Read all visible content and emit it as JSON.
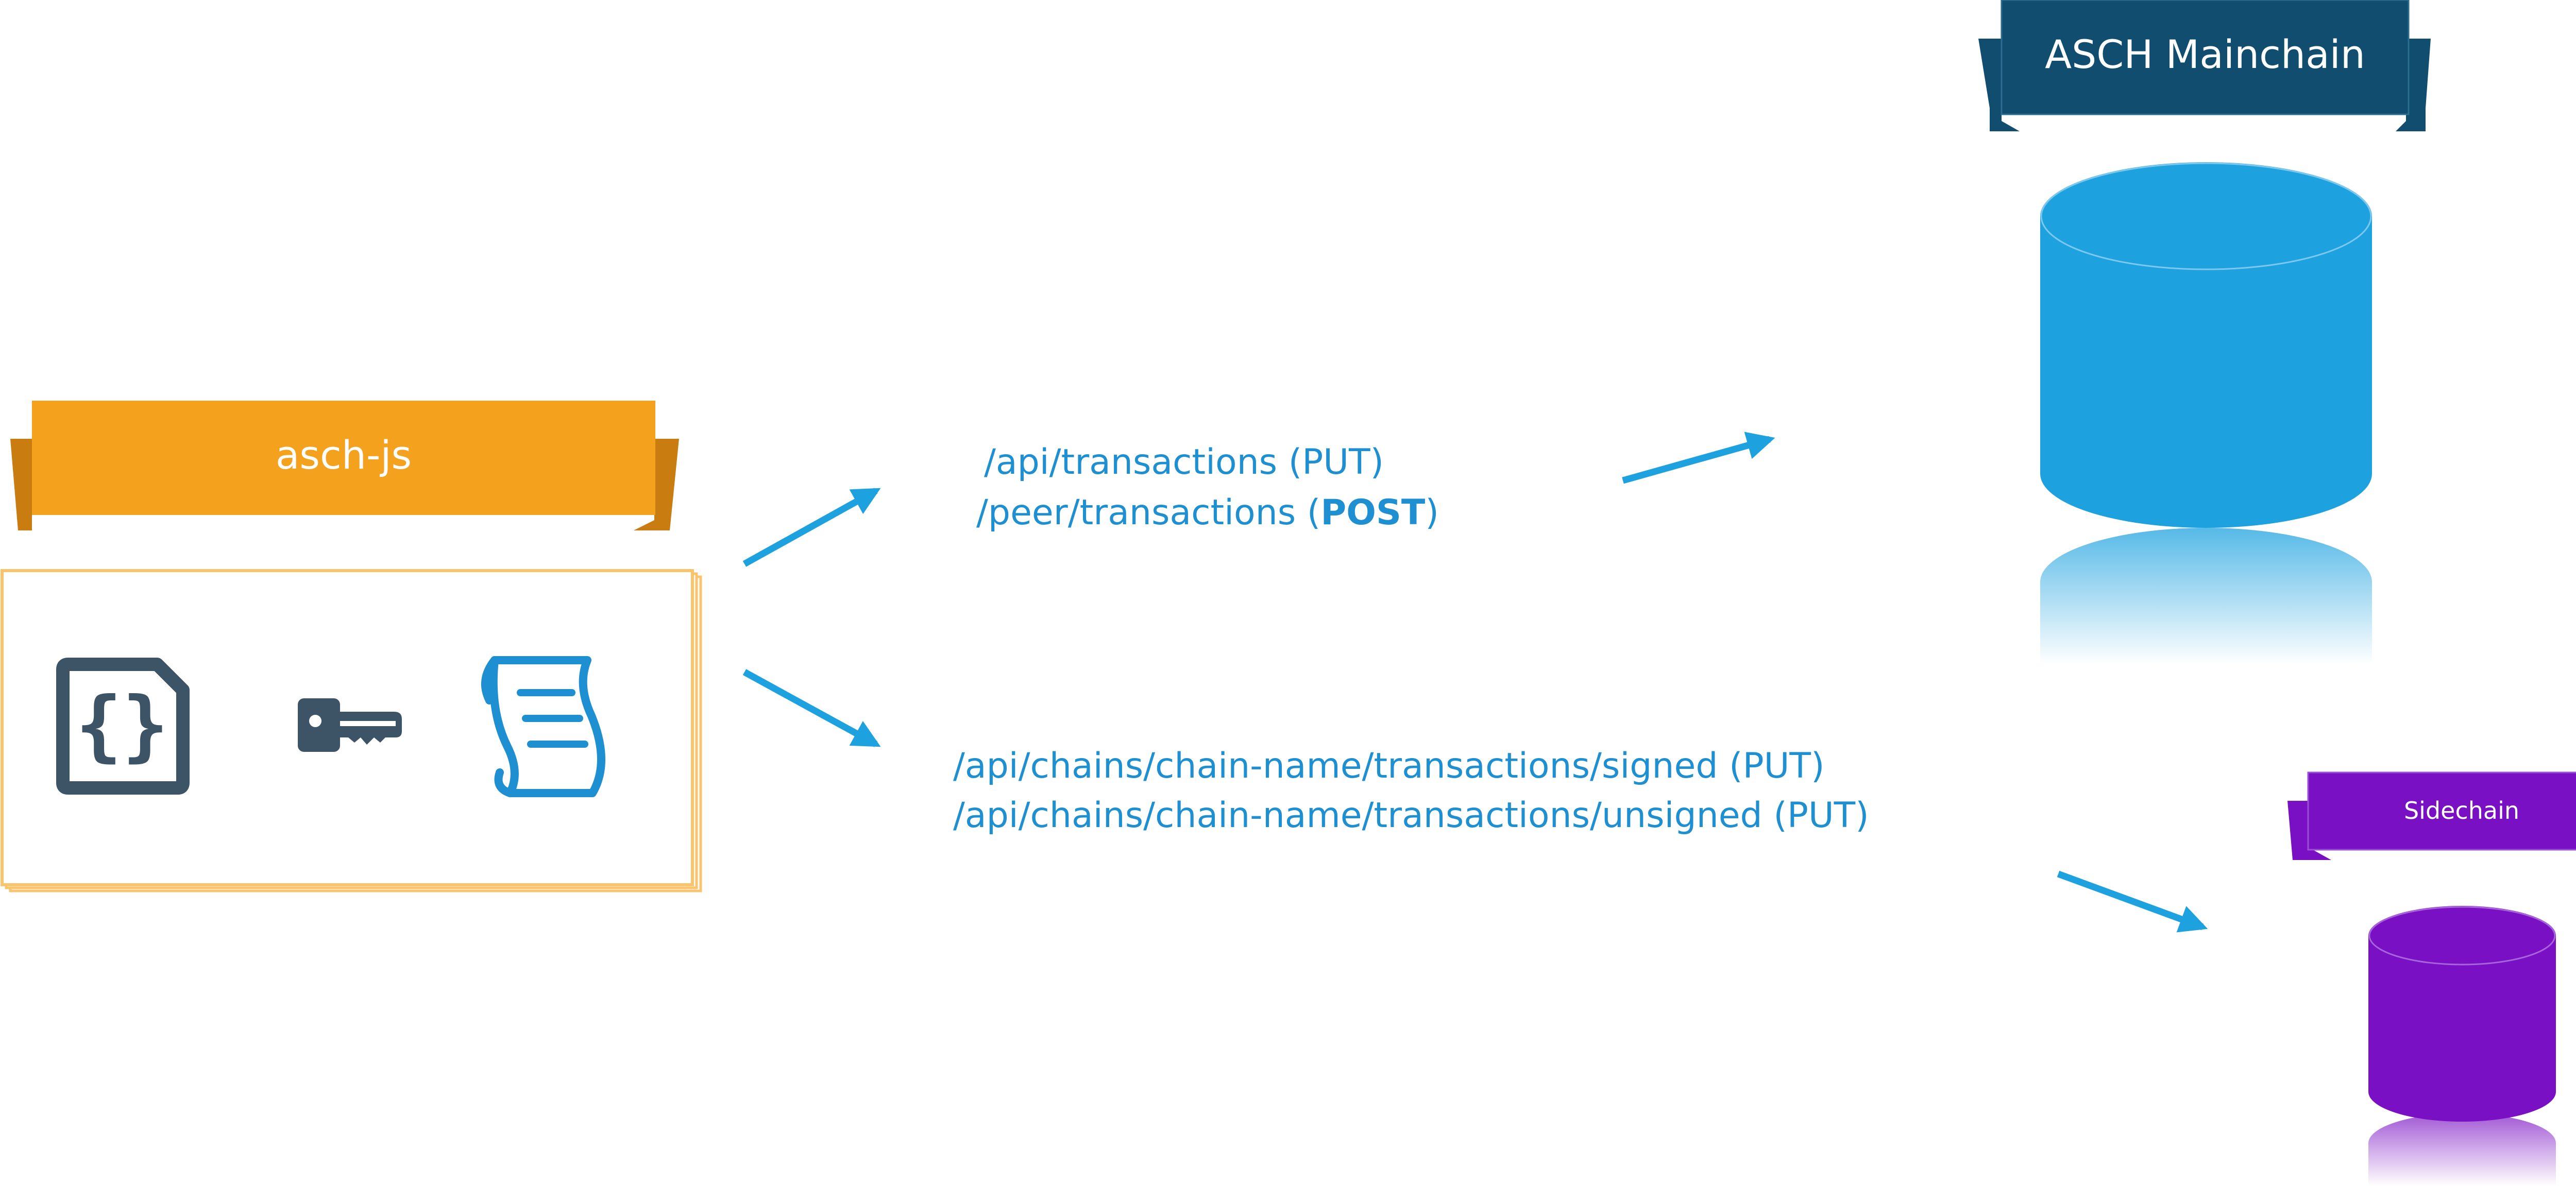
{
  "colors": {
    "orange": "#F4A21E",
    "orange_dark": "#C97C10",
    "orange_border": "#F9C46C",
    "blue": "#1EA2DF",
    "navy": "#114D6E",
    "purple": "#7A10C3",
    "slate": "#3C5466",
    "white": "#FFFFFF"
  },
  "client": {
    "banner_label": "asch-js",
    "icons": [
      "json-file-icon",
      "key-icon",
      "scroll-document-icon"
    ]
  },
  "mainchain": {
    "banner_label": "ASCH Mainchain",
    "database_icon": "database-cylinder-icon"
  },
  "sidechain": {
    "banner_label": "Sidechain",
    "database_icon": "database-cylinder-icon"
  },
  "endpoints": {
    "mainchain_line1": "/api/transactions (PUT)",
    "mainchain_line2_prefix": "/peer/transactions (",
    "mainchain_line2_method": "POST",
    "mainchain_line2_suffix": ")",
    "sidechain_line1": "/api/chains/chain-name/transactions/signed (PUT)",
    "sidechain_line2": "/api/chains/chain-name/transactions/unsigned (PUT)"
  }
}
